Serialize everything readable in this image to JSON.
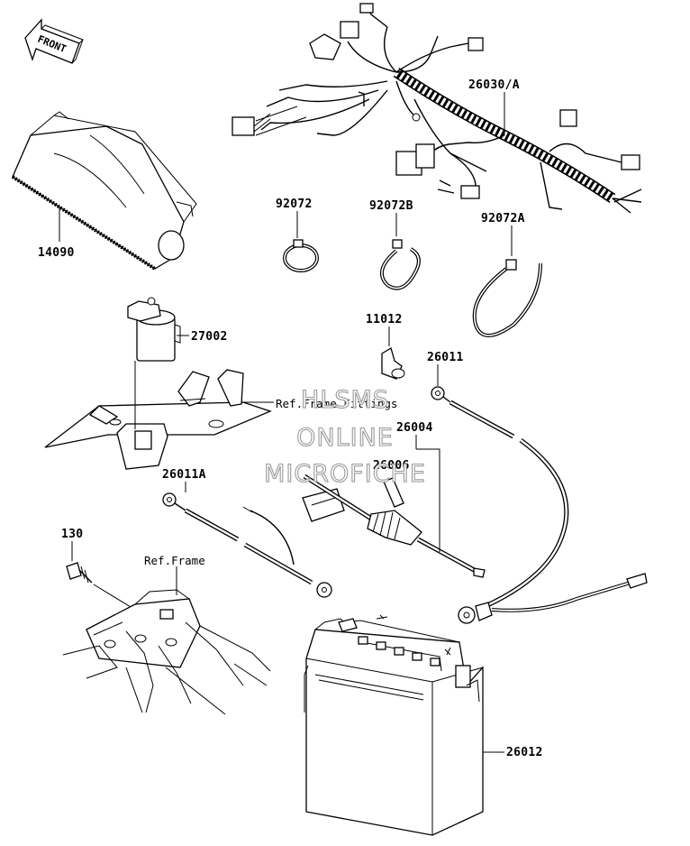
{
  "front_badge": {
    "text": "FRONT"
  },
  "parts": {
    "p14090": "14090",
    "p27002": "27002",
    "p92072": "92072",
    "p92072B": "92072B",
    "p92072A": "92072A",
    "p26030A": "26030/A",
    "p11012": "11012",
    "p26011": "26011",
    "p26004": "26004",
    "p26006": "26006",
    "p26011A": "26011A",
    "p130": "130",
    "p26012": "26012"
  },
  "refs": {
    "frame_fittings": "Ref.Frame Fittings",
    "frame": "Ref.Frame"
  },
  "watermark": {
    "line1": "HLSMS",
    "line2": "ONLINE",
    "line3": "MICROFICHE"
  }
}
